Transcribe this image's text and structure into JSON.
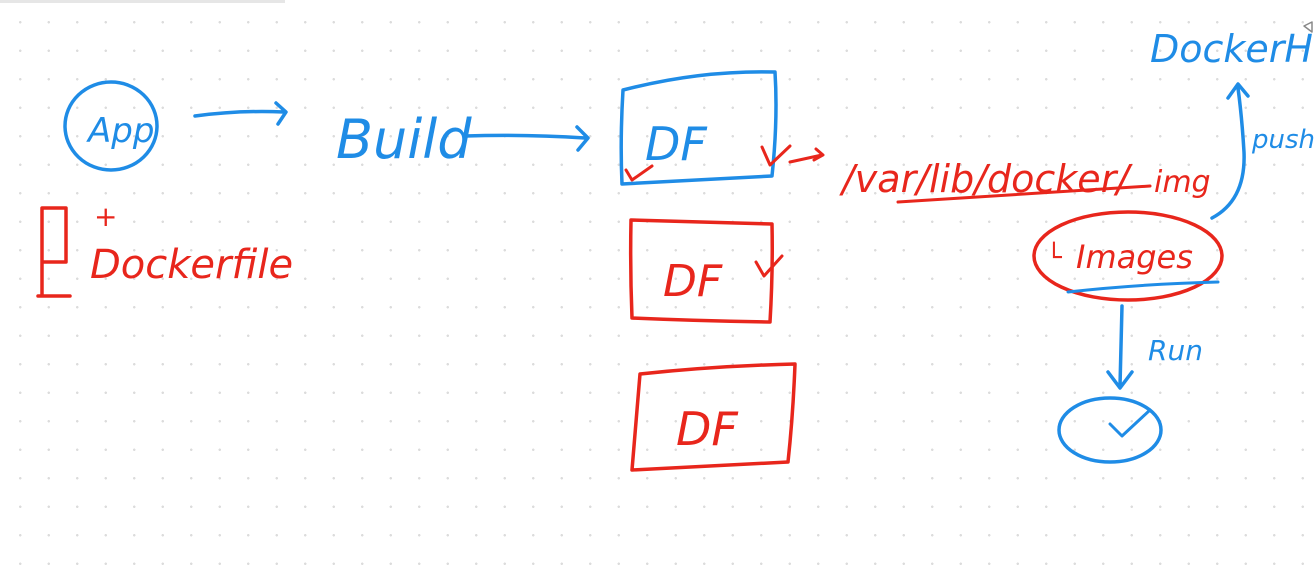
{
  "colors": {
    "blue": "#1f8ce6",
    "red": "#e8261c",
    "dots": "#dcdcdc"
  },
  "labels": {
    "app": "App",
    "plus": "+",
    "dockerfile": "Dockerfile",
    "build": "Build",
    "df1": "DF",
    "df2": "DF",
    "df3": "DF",
    "path": "/var/lib/docker/",
    "img": "img",
    "images": "Images",
    "dockerhub": "DockerHo",
    "push": "push",
    "run": "Run"
  }
}
